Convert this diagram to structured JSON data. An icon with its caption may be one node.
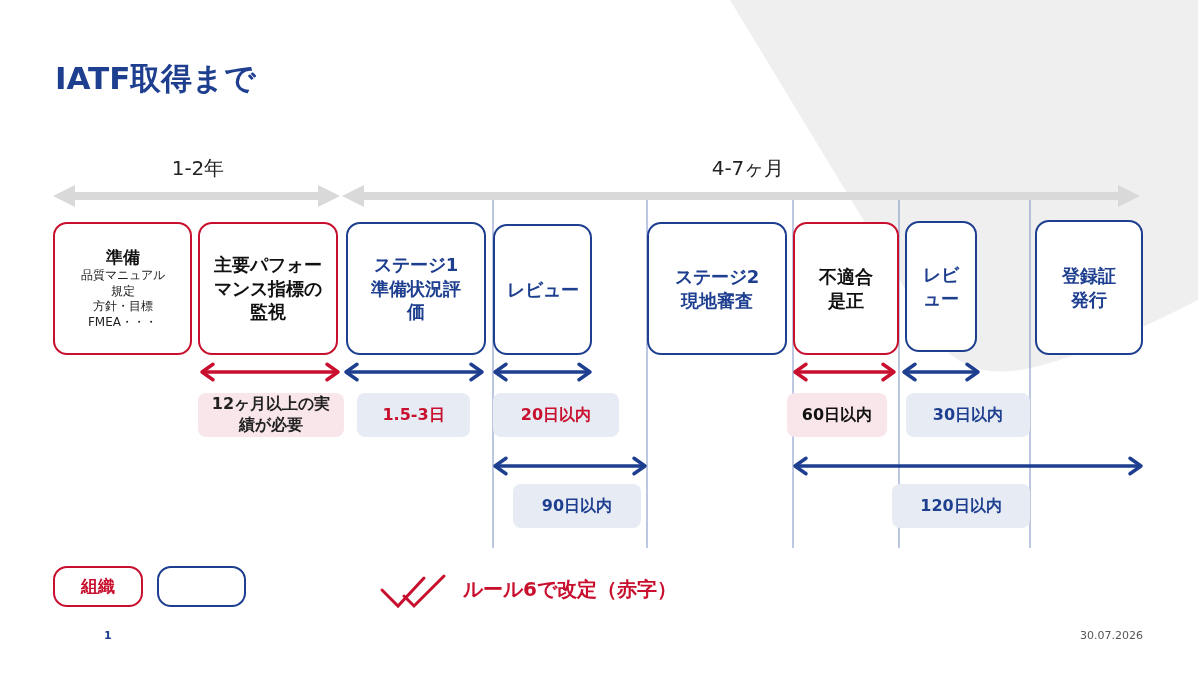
{
  "diagram": {
    "title": "IATF取得まで",
    "nodes": [
      {
        "text": [
          "準備",
          "品質マニュアル",
          "規定",
          "方針・目標",
          "FMEA・・・"
        ]
      },
      {
        "text": [
          "主要パフォーマンス指標の監視"
        ]
      },
      {
        "text": [
          "ステージ1準備状況評価"
        ]
      },
      {
        "text": [
          "レビュー"
        ]
      },
      {
        "text": [
          "ステージ2現地審査"
        ]
      },
      {
        "text": [
          "不適合是正"
        ]
      },
      {
        "text": [
          "レビュー"
        ]
      },
      {
        "text": [
          "登録証発行"
        ]
      },
      {
        "text": [
          "12ヶ月以上の実績が必要"
        ]
      },
      {
        "text": [
          "1.5-3日"
        ]
      },
      {
        "text": [
          "20日以内"
        ]
      },
      {
        "text": [
          "60日以内"
        ]
      },
      {
        "text": [
          "30日以内"
        ]
      },
      {
        "text": [
          "90日以内"
        ]
      },
      {
        "text": [
          "120日以内"
        ]
      },
      {
        "text": [
          "組織"
        ]
      },
      {
        "text": [],
        "shape": "box"
      }
    ],
    "edges": [],
    "labels": [
      "1-2年",
      "4-7ヶ月",
      "ルール6で改定（赤字）",
      "1",
      "30.07.2026"
    ]
  }
}
